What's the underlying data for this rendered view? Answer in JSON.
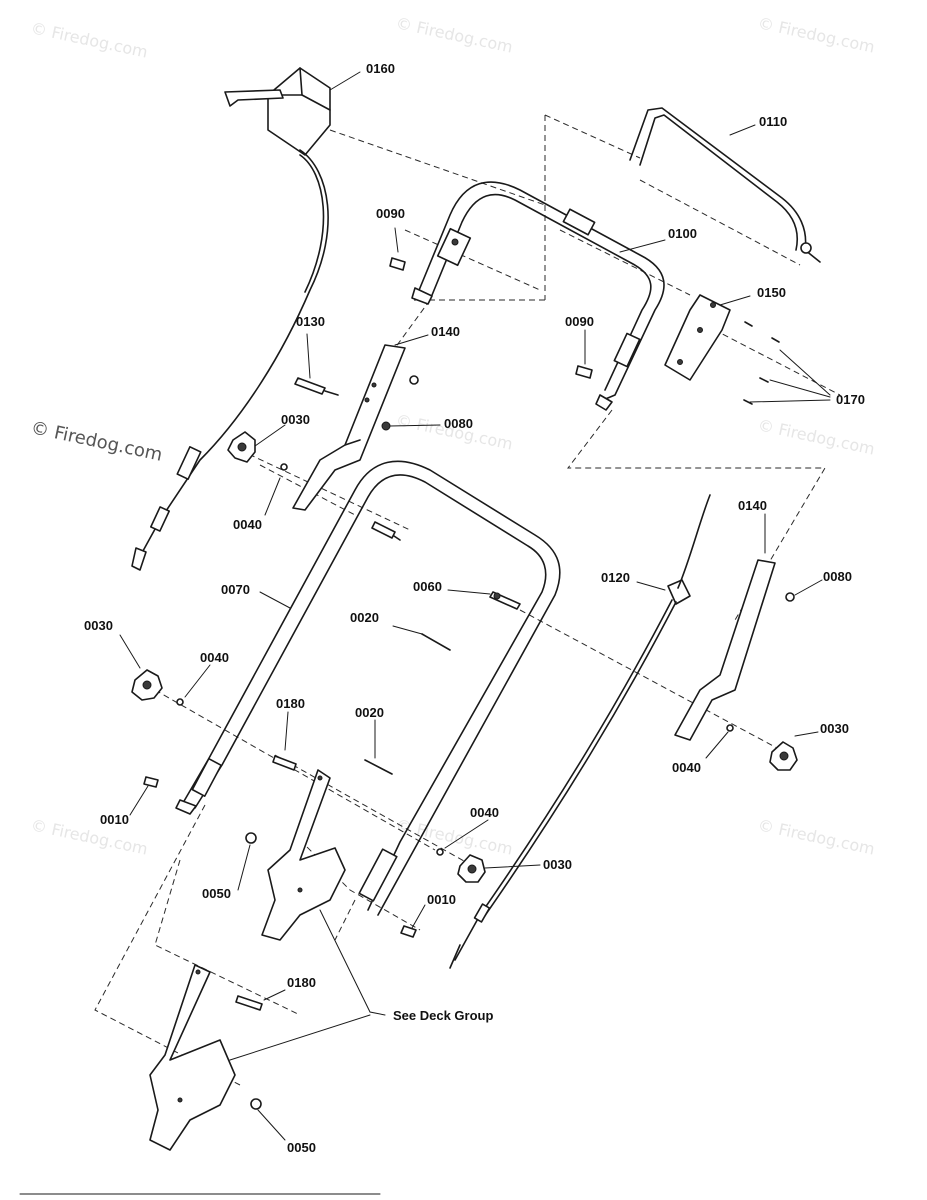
{
  "watermarks": {
    "faint": "© Firedog.com",
    "main": "© Firedog.com"
  },
  "labels": {
    "p0160": "0160",
    "p0110": "0110",
    "p0090a": "0090",
    "p0100": "0100",
    "p0150": "0150",
    "p0130": "0130",
    "p0140a": "0140",
    "p0090b": "0090",
    "p0170": "0170",
    "p0080a": "0080",
    "p0030a": "0030",
    "p0040a": "0040",
    "p0060": "0060",
    "p0070": "0070",
    "p0120": "0120",
    "p0140b": "0140",
    "p0080b": "0080",
    "p0020a": "0020",
    "p0030b": "0030",
    "p0040b": "0040",
    "p0180a": "0180",
    "p0020b": "0020",
    "p0030c": "0030",
    "p0040c": "0040",
    "p0010a": "0010",
    "p0040d": "0040",
    "p0030d": "0030",
    "p0050a": "0050",
    "p0010b": "0010",
    "p0180b": "0180",
    "see_deck": "See Deck Group",
    "p0050b": "0050"
  }
}
